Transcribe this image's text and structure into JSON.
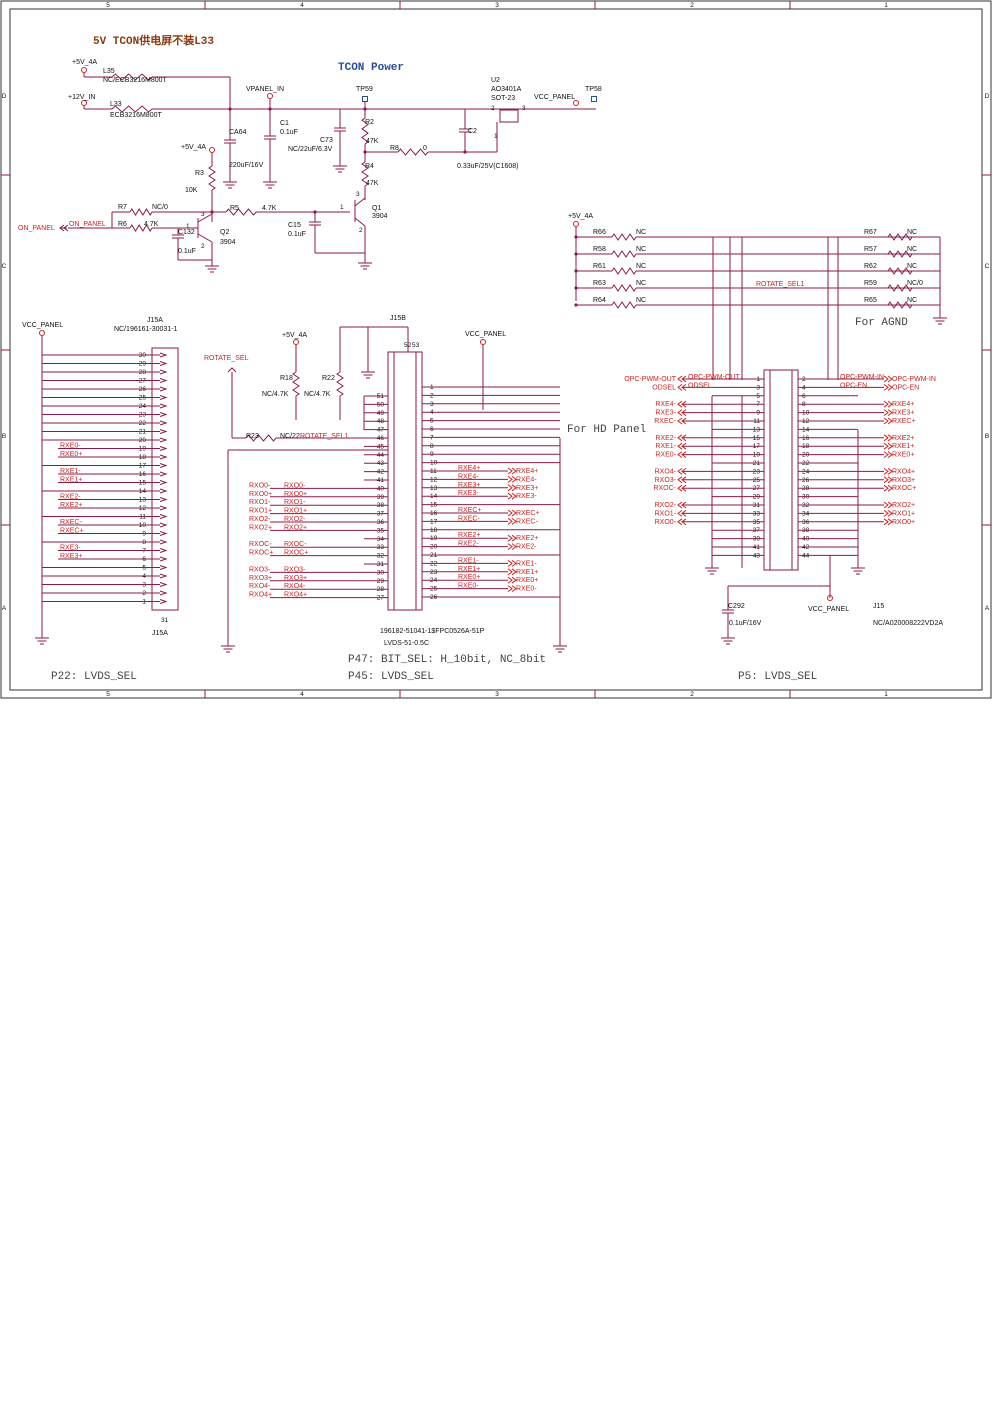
{
  "header": {
    "title_cn": "5V TCON供电屏不装L33",
    "tcon_power": "TCON Power",
    "for_agnd": "For AGND",
    "for_hd_panel": "For HD Panel"
  },
  "frame": {
    "cols": [
      "5",
      "4",
      "3",
      "2",
      "1"
    ],
    "rows": [
      "D",
      "C",
      "B",
      "A"
    ]
  },
  "power": {
    "p5v": "+5V_4A",
    "p12v": "+12V_IN",
    "vpanel_in": "VPANEL_IN",
    "vcc_panel": "VCC_PANEL",
    "l35": "L35",
    "l35v": "NC/ECB3216M800T",
    "l33": "L33",
    "l33v": "ECB3216M800T",
    "ca64": "CA64",
    "ca64v": "220uF/16V",
    "c1": "C1",
    "c1v": "0.1uF",
    "c73": "C73",
    "c73v": "NC/22uF/6.3V",
    "tp59": "TP59",
    "tp58": "TP58",
    "r2": "R2",
    "r2v": "47K",
    "r4": "R4",
    "r4v": "47K",
    "r8": "R8",
    "r8v": "0",
    "c2": "C2",
    "c2v": "0.33uF/25V(C1608)",
    "u2": "U2",
    "u2v": "AO3401A",
    "u2p": "SOT-23",
    "r3": "R3",
    "r3v": "10K",
    "r7": "R7",
    "r7v": "NC/0",
    "r6": "R6",
    "r6v": "4.7K",
    "r5": "R5",
    "r5v": "4.7K",
    "c132": "C132",
    "c132v": "0.1uF",
    "q2": "Q2",
    "q2v": "3904",
    "q1": "Q1",
    "q1v": "3904",
    "c15": "C15",
    "c15v": "0.1uF",
    "on_panel": "ON_PANEL"
  },
  "res_bank": {
    "left": [
      [
        "R66",
        "NC"
      ],
      [
        "R58",
        "NC"
      ],
      [
        "R61",
        "NC"
      ],
      [
        "R63",
        "NC"
      ],
      [
        "R64",
        "NC"
      ]
    ],
    "right": [
      [
        "R67",
        "NC"
      ],
      [
        "R57",
        "NC"
      ],
      [
        "R62",
        "NC"
      ],
      [
        "R59",
        "NC/0"
      ],
      [
        "R65",
        "NC"
      ]
    ],
    "rotate": "ROTATE_SEL1"
  },
  "j15a": {
    "ref": "J15A",
    "part": "NC/196161-30031-1",
    "pins": [
      "30",
      "29",
      "28",
      "27",
      "26",
      "25",
      "24",
      "23",
      "22",
      "21",
      "20",
      "19",
      "18",
      "17",
      "16",
      "15",
      "14",
      "13",
      "12",
      "11",
      "10",
      "9",
      "8",
      "7",
      "6",
      "5",
      "4",
      "3",
      "2",
      "1"
    ],
    "sig": {
      "19": "RXE0-",
      "18": "RXE0+",
      "16": "RXE1-",
      "15": "RXE1+",
      "13": "RXE2-",
      "12": "RXE2+",
      "10": "RXEC-",
      "9": "RXEC+",
      "7": "RXE3-",
      "6": "RXE3+"
    }
  },
  "j15b": {
    "ref": "J15B",
    "part": "196182-51041-1$FPC0526A-51P",
    "part2": "LVDS-51-0.5C",
    "left": [
      "51",
      "50",
      "49",
      "48",
      "47",
      "46",
      "45",
      "44",
      "43",
      "42",
      "41",
      "40",
      "39",
      "38",
      "37",
      "36",
      "35",
      "34",
      "33",
      "32",
      "31",
      "30",
      "29",
      "28",
      "27"
    ],
    "right": [
      "1",
      "2",
      "3",
      "4",
      "5",
      "6",
      "7",
      "8",
      "9",
      "10",
      "11",
      "12",
      "13",
      "14",
      "15",
      "16",
      "17",
      "18",
      "19",
      "20",
      "21",
      "22",
      "23",
      "24",
      "25",
      "26"
    ],
    "lsig": {
      "40": "RXO0-",
      "39": "RXO0+",
      "38": "RXO1-",
      "37": "RXO1+",
      "36": "RXO2-",
      "35": "RXO2+",
      "33": "RXOC-",
      "32": "RXOC+",
      "30": "RXO3-",
      "29": "RXO3+",
      "28": "RXO4-",
      "27": "RXO4+"
    },
    "rsig": {
      "11": "RXE4+",
      "12": "RXE4-",
      "13": "RXE3+",
      "14": "RXE3-",
      "16": "RXEC+",
      "17": "RXEC-",
      "19": "RXE2+",
      "20": "RXE2-",
      "22": "RXE1-",
      "23": "RXE1+",
      "24": "RXE0+",
      "25": "RXE0-"
    },
    "r18": "R18",
    "r18v": "NC/4.7K",
    "r22": "R22",
    "r22v": "NC/4.7K",
    "r23": "R23",
    "r23v": "NC/22",
    "rot": "ROTATE_SEL",
    "rot1": "ROTATE_SEL1",
    "top": [
      "52",
      "53"
    ]
  },
  "j15": {
    "ref": "J15",
    "part": "NC/A020008222VD2A",
    "c292": "C292",
    "c292v": "0.1uF/16V",
    "left": [
      "1",
      "3",
      "5",
      "7",
      "9",
      "11",
      "13",
      "15",
      "17",
      "19",
      "21",
      "23",
      "25",
      "27",
      "29",
      "31",
      "33",
      "35",
      "37",
      "39",
      "41",
      "43"
    ],
    "right": [
      "2",
      "4",
      "6",
      "8",
      "10",
      "12",
      "14",
      "16",
      "18",
      "20",
      "22",
      "24",
      "26",
      "28",
      "30",
      "32",
      "34",
      "36",
      "38",
      "40",
      "42",
      "44"
    ],
    "lsig": {
      "1": "OPC-PWM-OUT",
      "3": "ODSEL",
      "7": "RXE4-",
      "9": "RXE3-",
      "11": "RXEC-",
      "15": "RXE2-",
      "17": "RXE1-",
      "19": "RXE0-",
      "23": "RXO4-",
      "25": "RXO3-",
      "27": "RXOC-",
      "31": "RXO2-",
      "33": "RXO1-",
      "35": "RXO0-"
    },
    "rsig": {
      "2": "OPC-PWM-IN",
      "4": "OPC-EN",
      "8": "RXE4+",
      "10": "RXE3+",
      "12": "RXEC+",
      "16": "RXE2+",
      "18": "RXE1+",
      "20": "RXE0+",
      "24": "RXO4+",
      "26": "RXO3+",
      "28": "RXOC+",
      "32": "RXO2+",
      "34": "RXO1+",
      "36": "RXO0+"
    }
  },
  "notes": {
    "p22": "P22: LVDS_SEL",
    "p45": "P45: LVDS_SEL",
    "p47": "P47: BIT_SEL: H_10bit, NC_8bit",
    "p5": "P5: LVDS_SEL"
  }
}
